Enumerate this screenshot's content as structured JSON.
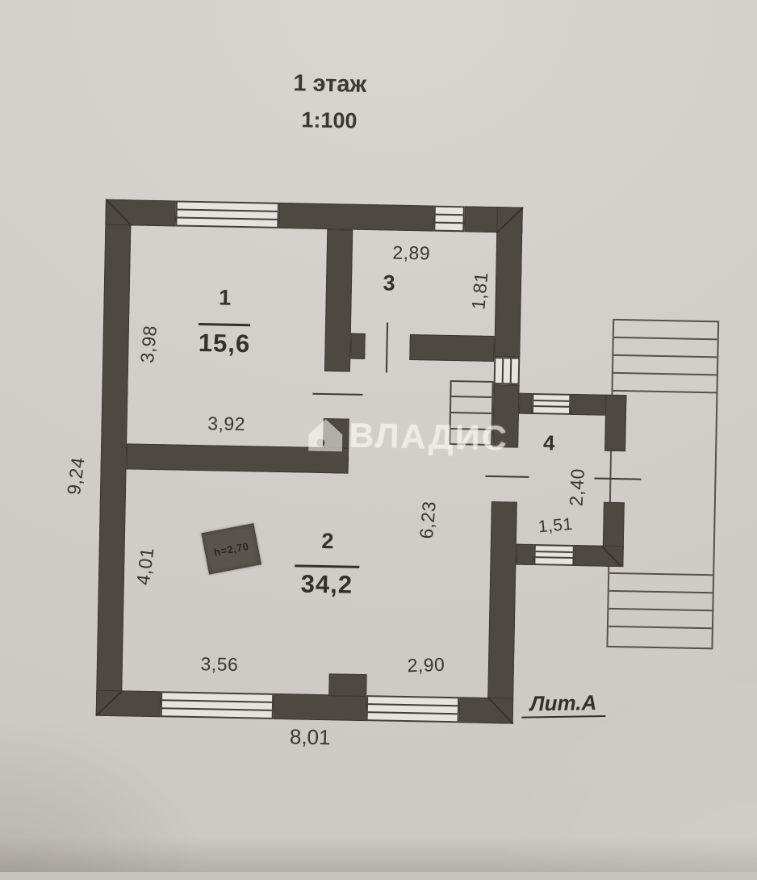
{
  "title": "1 этаж",
  "scale": "1:100",
  "watermark": "ВЛАДИС",
  "litera": "Лит.А",
  "height_stamp": "h=2,70",
  "rooms": {
    "r1": {
      "number": "1",
      "area": "15,6"
    },
    "r2": {
      "number": "2",
      "area": "34,2"
    },
    "r3": {
      "number": "3"
    },
    "r4": {
      "number": "4"
    }
  },
  "dims": {
    "r1_left": "3,98",
    "r1_bottom": "3,92",
    "r3_top": "2,89",
    "r3_right": "1,81",
    "left_total": "9,24",
    "r2_left": "4,01",
    "r2_mid": "6,23",
    "r4_right": "2,40",
    "r4_bottom": "1,51",
    "window_left": "3,56",
    "window_right": "2,90",
    "bottom_total": "8,01"
  },
  "colors": {
    "paper": "#d2cfc9",
    "wall": "#4d4840",
    "ink": "#3a3631",
    "watermark_text": "rgba(252,250,245,0.58)"
  }
}
